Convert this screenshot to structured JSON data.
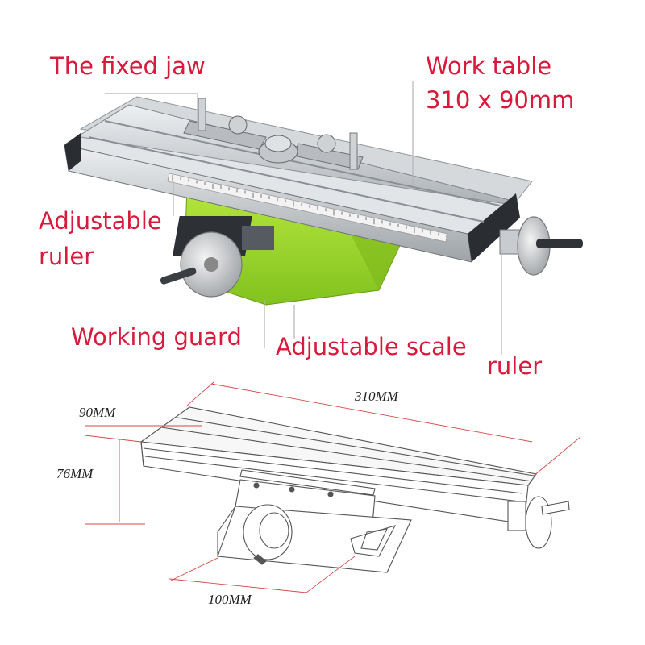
{
  "labels": {
    "fixed_jaw": "The fixed jaw",
    "work_table_line1": "Work table",
    "work_table_line2": "310 x 90mm",
    "adjustable_ruler_line1": "Adjustable",
    "adjustable_ruler_line2": "ruler",
    "working_guard": "Working guard",
    "adjustable_scale": "Adjustable scale",
    "ruler": "ruler"
  },
  "dimensions": {
    "length": "310MM",
    "width": "90MM",
    "height": "76MM",
    "base": "100MM"
  },
  "colors": {
    "label_red": "#d81b3c",
    "base_green": "#9ad42a",
    "rail_silver": "#c9cdd1",
    "leader_line": "#b0b0b0",
    "dim_line_red": "#d64a4a"
  }
}
